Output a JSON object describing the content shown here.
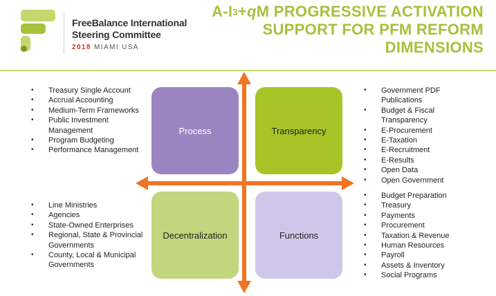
{
  "header": {
    "org_line1": "FreeBalance International",
    "org_line2": "Steering Committee",
    "event_year": "2018",
    "event_location": "MIAMI USA",
    "brand_colors": {
      "green": "#a6c13a",
      "lime": "#c5d86d",
      "red": "#c0392b"
    }
  },
  "title": {
    "prefix": "A-I",
    "sup": "3",
    "plus": "+",
    "q": "q",
    "line1_rest": "M PROGRESSIVE ACTIVATION",
    "line2": "SUPPORT FOR PFM REFORM",
    "line3": "DIMENSIONS"
  },
  "quadrants": {
    "process": {
      "label": "Process",
      "color": "#9a85c0"
    },
    "transparency": {
      "label": "Transparency",
      "color": "#a7c426"
    },
    "decentralization": {
      "label": "Decentralization",
      "color": "#c2d67e"
    },
    "functions": {
      "label": "Functions",
      "color": "#cfc7ea"
    }
  },
  "axis_color": "#f07423",
  "lists": {
    "process": [
      "Treasury Single Account",
      "Accrual Accounting",
      "Medium-Term Frameworks",
      "Public Investment Management",
      "Program Budgeting",
      "Performance Management"
    ],
    "decentralization": [
      "Line Ministries",
      "Agencies",
      "State-Owned Enterprises",
      "Regional, State & Provincial Governments",
      "County, Local & Municipal Governments"
    ],
    "transparency": [
      "Government PDF Publications",
      "Budget & Fiscal Transparency",
      "E-Procurement",
      "E-Taxation",
      "E-Recruitment",
      "E-Results",
      "Open Data",
      "Open Government"
    ],
    "functions": [
      "Budget Preparation",
      "Treasury",
      "Payments",
      "Procurement",
      "Taxation & Revenue",
      "Human Resources",
      "Payroll",
      "Assets & Inventory",
      "Social Programs"
    ]
  }
}
